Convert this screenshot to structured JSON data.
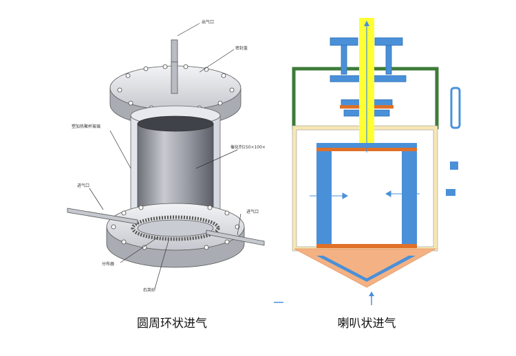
{
  "left_figure": {
    "caption": "圆周环状进气",
    "labels": {
      "outlet": "出气口",
      "top_cover": "密封盖",
      "plexiglass_tube": "塑加热聚杯玻璃",
      "catalyst": "催化剂150×100×",
      "inlet_left": "进气口",
      "inlet_right": "进气口",
      "distributor": "分布器",
      "quartz_sand": "石英砂"
    }
  },
  "right_figure": {
    "caption": "喇叭状进气"
  },
  "colors": {
    "blue": "#4a90d9",
    "yellow": "#ffff33",
    "green": "#3d7a3a",
    "cream": "#f7e7b5",
    "orange": "#e07028",
    "salmon": "#f4b183",
    "steel": "#9fa3ad"
  }
}
